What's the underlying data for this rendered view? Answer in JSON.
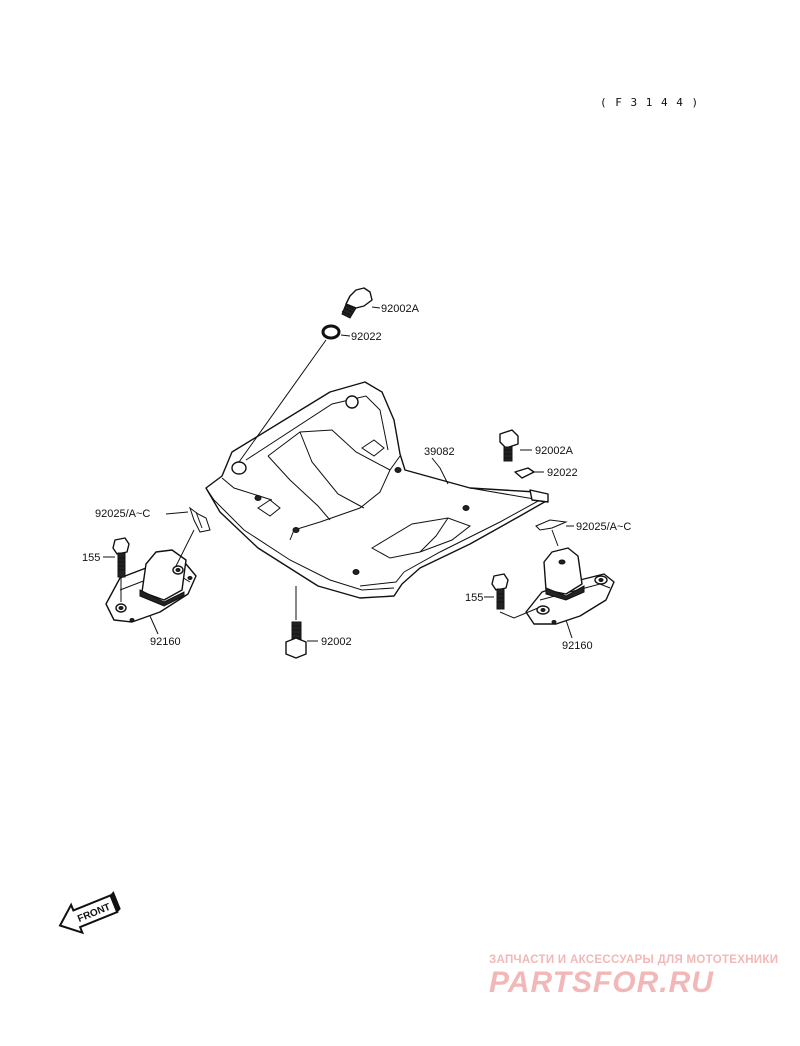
{
  "diagram": {
    "ref_code": "( F 3 1 4 4 )",
    "parts": {
      "bolt_top": "92002A",
      "washer_top": "92022",
      "plate": "39082",
      "bolt_right": "92002A",
      "washer_right": "92022",
      "clip_right": "92025/A~C",
      "clip_left": "92025/A~C",
      "bolt_155_left": "155",
      "bolt_155_right": "155",
      "mount_left": "92160",
      "mount_right": "92160",
      "bolt_bottom": "92002"
    },
    "front_arrow": "FRONT"
  },
  "watermark": {
    "tagline": "ЗАПЧАСТИ И АКСЕССУАРЫ ДЛЯ МОТОТЕХНИКИ",
    "brand": "PARTSFOR.RU",
    "color": "#f2b8b8"
  }
}
